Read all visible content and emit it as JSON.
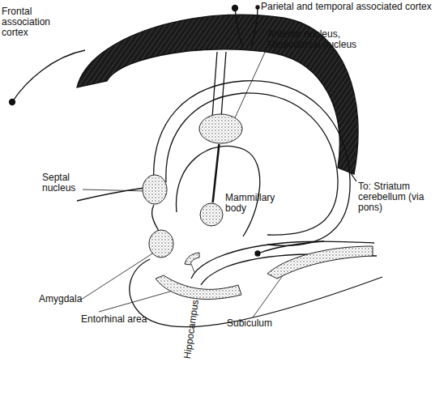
{
  "diagram": {
    "nodes": [
      {
        "text": [
          "Anterior nucleus, Mediodorsal nucleus"
        ]
      },
      {
        "text": [
          "Septal nucleus"
        ]
      },
      {
        "text": [
          "Mammillary body"
        ]
      },
      {
        "text": [
          "Amygdala"
        ]
      },
      {
        "text": [
          "Subiculum"
        ]
      },
      {
        "text": [
          "Hippocampus"
        ]
      },
      {
        "text": [
          "Entorhinal area"
        ]
      }
    ],
    "edges": [
      {
        "from": 2,
        "to": 0,
        "arrow": "none"
      }
    ],
    "labels": [
      "Frontal association cortex",
      "Parietal and temporal associated cortex",
      "To: Striatum cerebellum (via pons)"
    ]
  }
}
